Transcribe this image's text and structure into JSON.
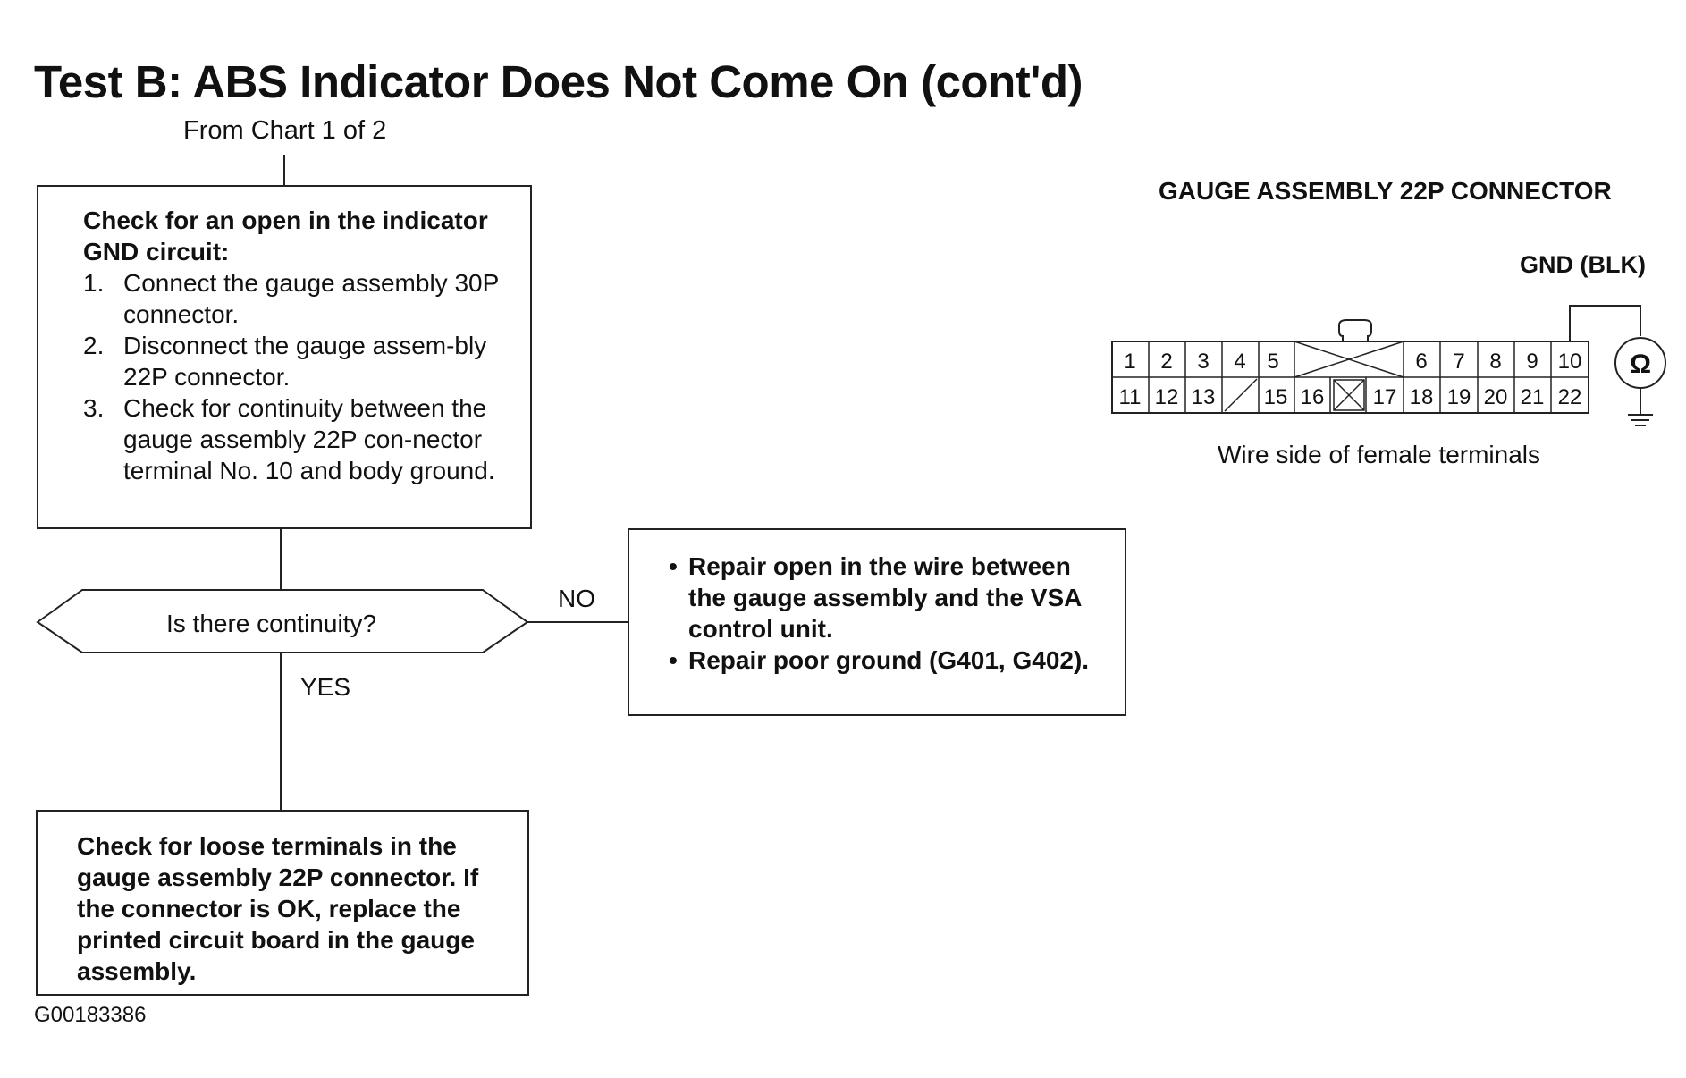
{
  "title": "Test B: ABS Indicator Does Not Come On (cont'd)",
  "from_chart": "From Chart 1 of 2",
  "check_box": {
    "heading": "Check for an open in the indicator GND circuit:",
    "steps": [
      {
        "num": "1.",
        "text": "Connect the gauge assembly 30P connector."
      },
      {
        "num": "2.",
        "text": "Disconnect the gauge assem-bly 22P connector."
      },
      {
        "num": "3.",
        "text": "Check for continuity between the gauge assembly 22P con-nector terminal No. 10 and body ground."
      }
    ]
  },
  "decision": {
    "question": "Is there continuity?",
    "no_label": "NO",
    "yes_label": "YES"
  },
  "repair_box": {
    "items": [
      {
        "bullet": "•",
        "text": "Repair open in the wire between the gauge assembly and the VSA control unit."
      },
      {
        "bullet": "•",
        "text": "Repair poor ground (G401, G402)."
      }
    ]
  },
  "final_box": {
    "text": "Check for loose terminals in the gauge assembly 22P connector. If the connector is OK, replace the printed circuit board in the gauge assembly."
  },
  "connector": {
    "title": "GAUGE ASSEMBLY 22P CONNECTOR",
    "gnd_label": "GND (BLK)",
    "meter_symbol": "Ω",
    "caption": "Wire side of female terminals",
    "row1": [
      "1",
      "2",
      "3",
      "4",
      "5",
      "",
      "6",
      "7",
      "8",
      "9",
      "10"
    ],
    "row2": [
      "11",
      "12",
      "13",
      "",
      "15",
      "16",
      "",
      "17",
      "18",
      "19",
      "20",
      "21",
      "22"
    ]
  },
  "figure_id": "G00183386"
}
